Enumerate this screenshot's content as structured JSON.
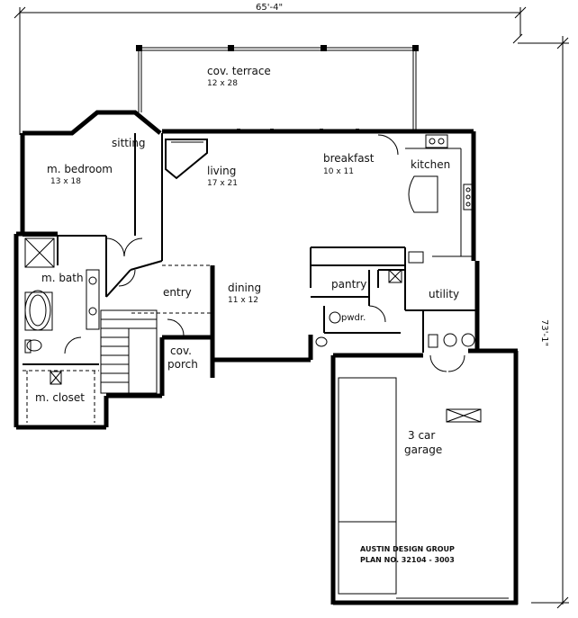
{
  "dimensions": {
    "overall_width": "65'-4\"",
    "overall_depth": "73'-1\""
  },
  "rooms": {
    "terrace": {
      "name": "cov. terrace",
      "size": "12 x 28"
    },
    "sitting": {
      "name": "sitting"
    },
    "bedroom": {
      "name": "m. bedroom",
      "size": "13 x 18"
    },
    "living": {
      "name": "living",
      "size": "17 x 21"
    },
    "breakfast": {
      "name": "breakfast",
      "size": "10 x 11"
    },
    "kitchen": {
      "name": "kitchen"
    },
    "bath": {
      "name": "m. bath"
    },
    "entry": {
      "name": "entry"
    },
    "dining": {
      "name": "dining",
      "size": "11 x 12"
    },
    "pantry": {
      "name": "pantry"
    },
    "utility": {
      "name": "utility"
    },
    "powder": {
      "name": "pwdr."
    },
    "porch": {
      "name_line1": "cov.",
      "name_line2": "porch"
    },
    "closet": {
      "name": "m. closet"
    },
    "garage": {
      "name_line1": "3 car",
      "name_line2": "garage"
    }
  },
  "credit": {
    "firm": "AUSTIN DESIGN GROUP",
    "plan": "PLAN NO. 32104 - 3003"
  }
}
